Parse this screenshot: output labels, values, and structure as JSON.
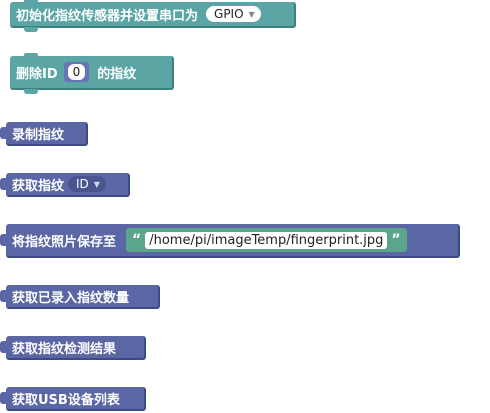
{
  "blocks": [
    {
      "id": "init",
      "label": "初始化指纹传感器并设置串口为",
      "dropdown": "GPIO"
    },
    {
      "id": "delete",
      "label_before": "删除ID",
      "number": "0",
      "label_after": "的指纹"
    },
    {
      "id": "enroll",
      "label": "录制指纹"
    },
    {
      "id": "get",
      "label": "获取指纹",
      "dropdown": "ID"
    },
    {
      "id": "save",
      "label": "将指纹照片保存至",
      "path": "/home/pi/imageTemp/fingerprint.jpg",
      "open_quote": "“",
      "close_quote": "”"
    },
    {
      "id": "count",
      "label": "获取已录入指纹数量"
    },
    {
      "id": "detect",
      "label": "获取指纹检测结果"
    },
    {
      "id": "usb",
      "label": "获取USB设备列表"
    }
  ],
  "colors": {
    "teal": "#5ba5a5",
    "purple": "#5b67a5",
    "string_slot": "#5ba58c"
  }
}
